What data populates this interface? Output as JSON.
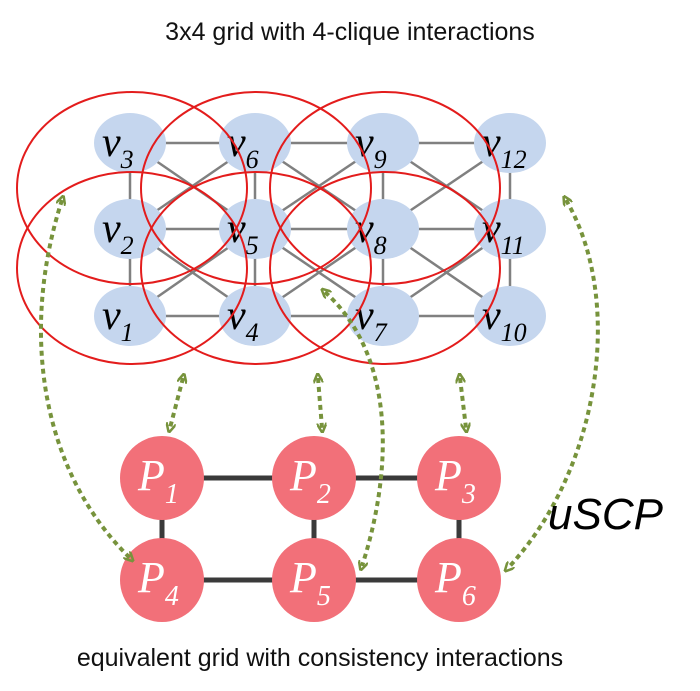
{
  "title": "3x4 grid with 4-clique interactions",
  "caption": "equivalent grid with consistency interactions",
  "uscp_label": "uSCP",
  "colors": {
    "variable_fill": "#c5d6ee",
    "factor_fill": "#f27079",
    "clique_stroke": "#e31c1c",
    "edge": "#808080",
    "factor_edge": "#3a3a3a",
    "arrow": "#77933c"
  },
  "variables": [
    {
      "base": "v",
      "sub": "1"
    },
    {
      "base": "v",
      "sub": "2"
    },
    {
      "base": "v",
      "sub": "3"
    },
    {
      "base": "v",
      "sub": "4"
    },
    {
      "base": "v",
      "sub": "5"
    },
    {
      "base": "v",
      "sub": "6"
    },
    {
      "base": "v",
      "sub": "7"
    },
    {
      "base": "v",
      "sub": "8"
    },
    {
      "base": "v",
      "sub": "9"
    },
    {
      "base": "v",
      "sub": "10"
    },
    {
      "base": "v",
      "sub": "11"
    },
    {
      "base": "v",
      "sub": "12"
    }
  ],
  "factors": [
    {
      "base": "P",
      "sub": "1"
    },
    {
      "base": "P",
      "sub": "2"
    },
    {
      "base": "P",
      "sub": "3"
    },
    {
      "base": "P",
      "sub": "4"
    },
    {
      "base": "P",
      "sub": "5"
    },
    {
      "base": "P",
      "sub": "6"
    }
  ]
}
